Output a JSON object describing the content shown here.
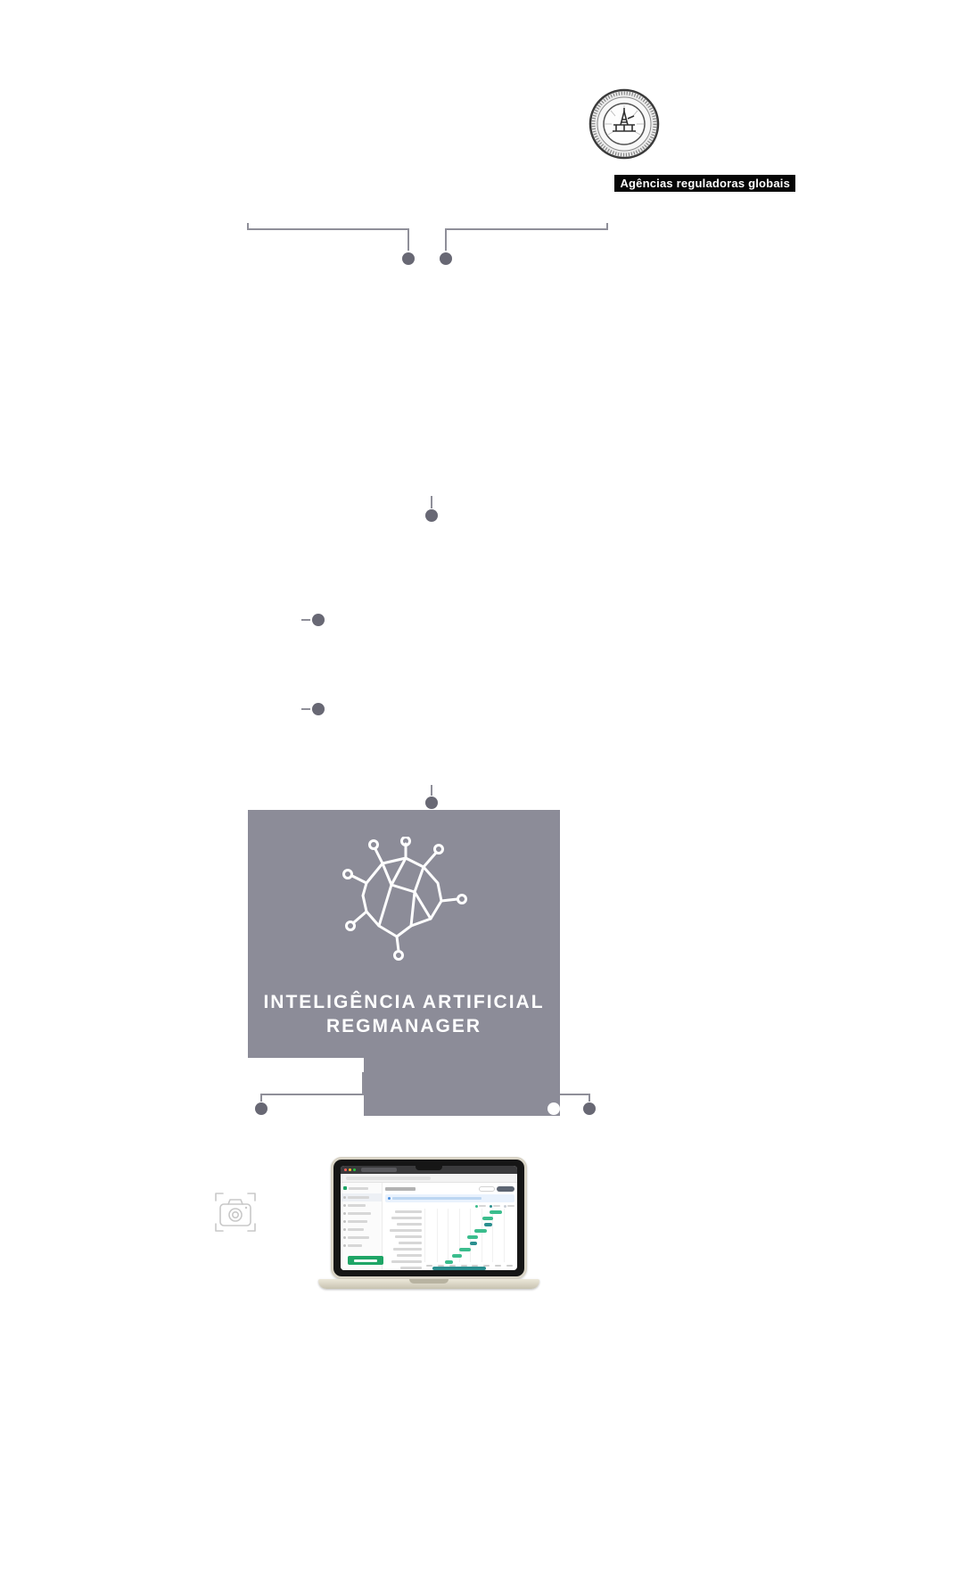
{
  "colors": {
    "box_gray": "#8c8c98",
    "connector_line": "#8f8f99",
    "connector_dot": "#686874",
    "label_bg": "#060606",
    "label_text": "#ffffff",
    "banner_blue": "#e9f2fd",
    "green": "#3bbd8d",
    "teal": "#2a8f8f"
  },
  "agencies_label": "Agências reguladoras globais",
  "ai_box": {
    "title_line1": "INTELIGÊNCIA ARTIFICIAL",
    "title_line2": "REGMANAGER",
    "icon": "ai-brain-circuit-icon"
  },
  "laptop_screen": {
    "browser": {
      "traffic_lights": [
        "#ff5f57",
        "#febc2e",
        "#28c840"
      ]
    },
    "sidebar": {
      "item_widths": [
        24,
        20,
        26,
        22,
        18,
        24,
        16
      ],
      "active_index": 0
    },
    "legend": [
      {
        "color": "#3bbd8d"
      },
      {
        "color": "#2a8f8f"
      },
      {
        "color": "#c9ced6"
      }
    ],
    "badge_color": "#1ea566",
    "chart_data": {
      "type": "gantt",
      "rows": [
        {
          "label_w": 30,
          "start": 72,
          "width": 14,
          "color": "#3bbd8d"
        },
        {
          "label_w": 34,
          "start": 64,
          "width": 12,
          "color": "#3bbd8d"
        },
        {
          "label_w": 28,
          "start": 66,
          "width": 9,
          "color": "#2a8f8f"
        },
        {
          "label_w": 36,
          "start": 55,
          "width": 14,
          "color": "#3bbd8d"
        },
        {
          "label_w": 30,
          "start": 47,
          "width": 12,
          "color": "#3bbd8d"
        },
        {
          "label_w": 26,
          "start": 50,
          "width": 8,
          "color": "#2a8f8f"
        },
        {
          "label_w": 32,
          "start": 38,
          "width": 13,
          "color": "#3bbd8d"
        },
        {
          "label_w": 28,
          "start": 30,
          "width": 11,
          "color": "#3bbd8d"
        },
        {
          "label_w": 34,
          "start": 22,
          "width": 9,
          "color": "#3bbd8d"
        },
        {
          "label_w": 24,
          "start": 8,
          "width": 60,
          "color": "#2a8f8f"
        }
      ],
      "axis_ticks": 8,
      "gridlines": 7
    }
  }
}
